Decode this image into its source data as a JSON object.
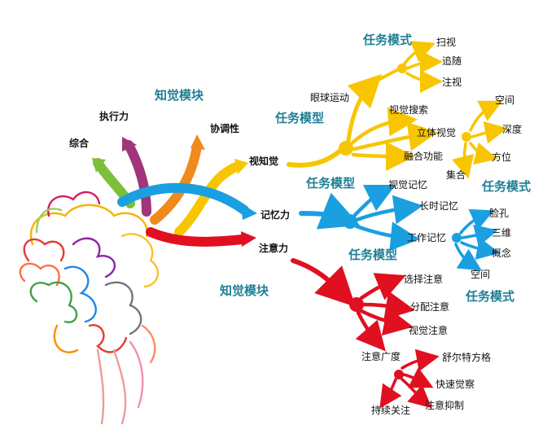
{
  "headings": {
    "perception_top": "知觉模块",
    "perception_bottom": "知觉模块",
    "task_model_visual": "任务模型",
    "task_model_memory": "任务模型",
    "task_model_working": "任务模型",
    "task_mode_eye": "任务模式",
    "task_mode_stereo": "任务模式",
    "task_mode_attention": "任务模式"
  },
  "modules": {
    "integrate": "综合",
    "executive": "执行力",
    "coordination": "协调性",
    "visual_perception": "视知觉",
    "memory": "记忆力",
    "attention": "注意力"
  },
  "visual": {
    "eye_movement": "眼球运动",
    "scan": "扫视",
    "track": "追随",
    "fixate": "注视",
    "visual_search": "视觉搜索",
    "stereo": "立体视觉",
    "space": "空间",
    "depth": "深度",
    "direction": "方位",
    "fusion": "融合功能",
    "gather": "集合"
  },
  "memory": {
    "visual_memory": "视觉记忆",
    "long_term": "长时记忆",
    "working": "工作记忆",
    "face": "脸孔",
    "three_d": "三维",
    "concept": "概念",
    "space": "空间"
  },
  "attention": {
    "selective": "选择注意",
    "divided": "分配注意",
    "visual": "视觉注意",
    "span": "注意广度",
    "schulte": "舒尔特方格",
    "quick_observe": "快速觉察",
    "sustained": "持续关注",
    "inhibition": "注意抑制"
  },
  "colors": {
    "heading": "#1e7f95",
    "yellow": "#f7c600",
    "blue": "#1a9fe0",
    "red": "#e01020",
    "green": "#7cbf3a",
    "purple": "#a0357a",
    "orange": "#f08a1c"
  }
}
